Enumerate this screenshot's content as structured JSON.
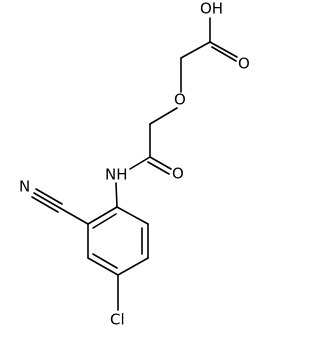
{
  "atoms": {
    "oh": "OH",
    "carbonyl_o_acid": "O",
    "ether_o": "O",
    "carbonyl_o_amide": "O",
    "nh": "NH",
    "nitrile_n": "N",
    "chlorine": "Cl"
  },
  "colors": {
    "bond": "#000000",
    "background": "#ffffff"
  }
}
